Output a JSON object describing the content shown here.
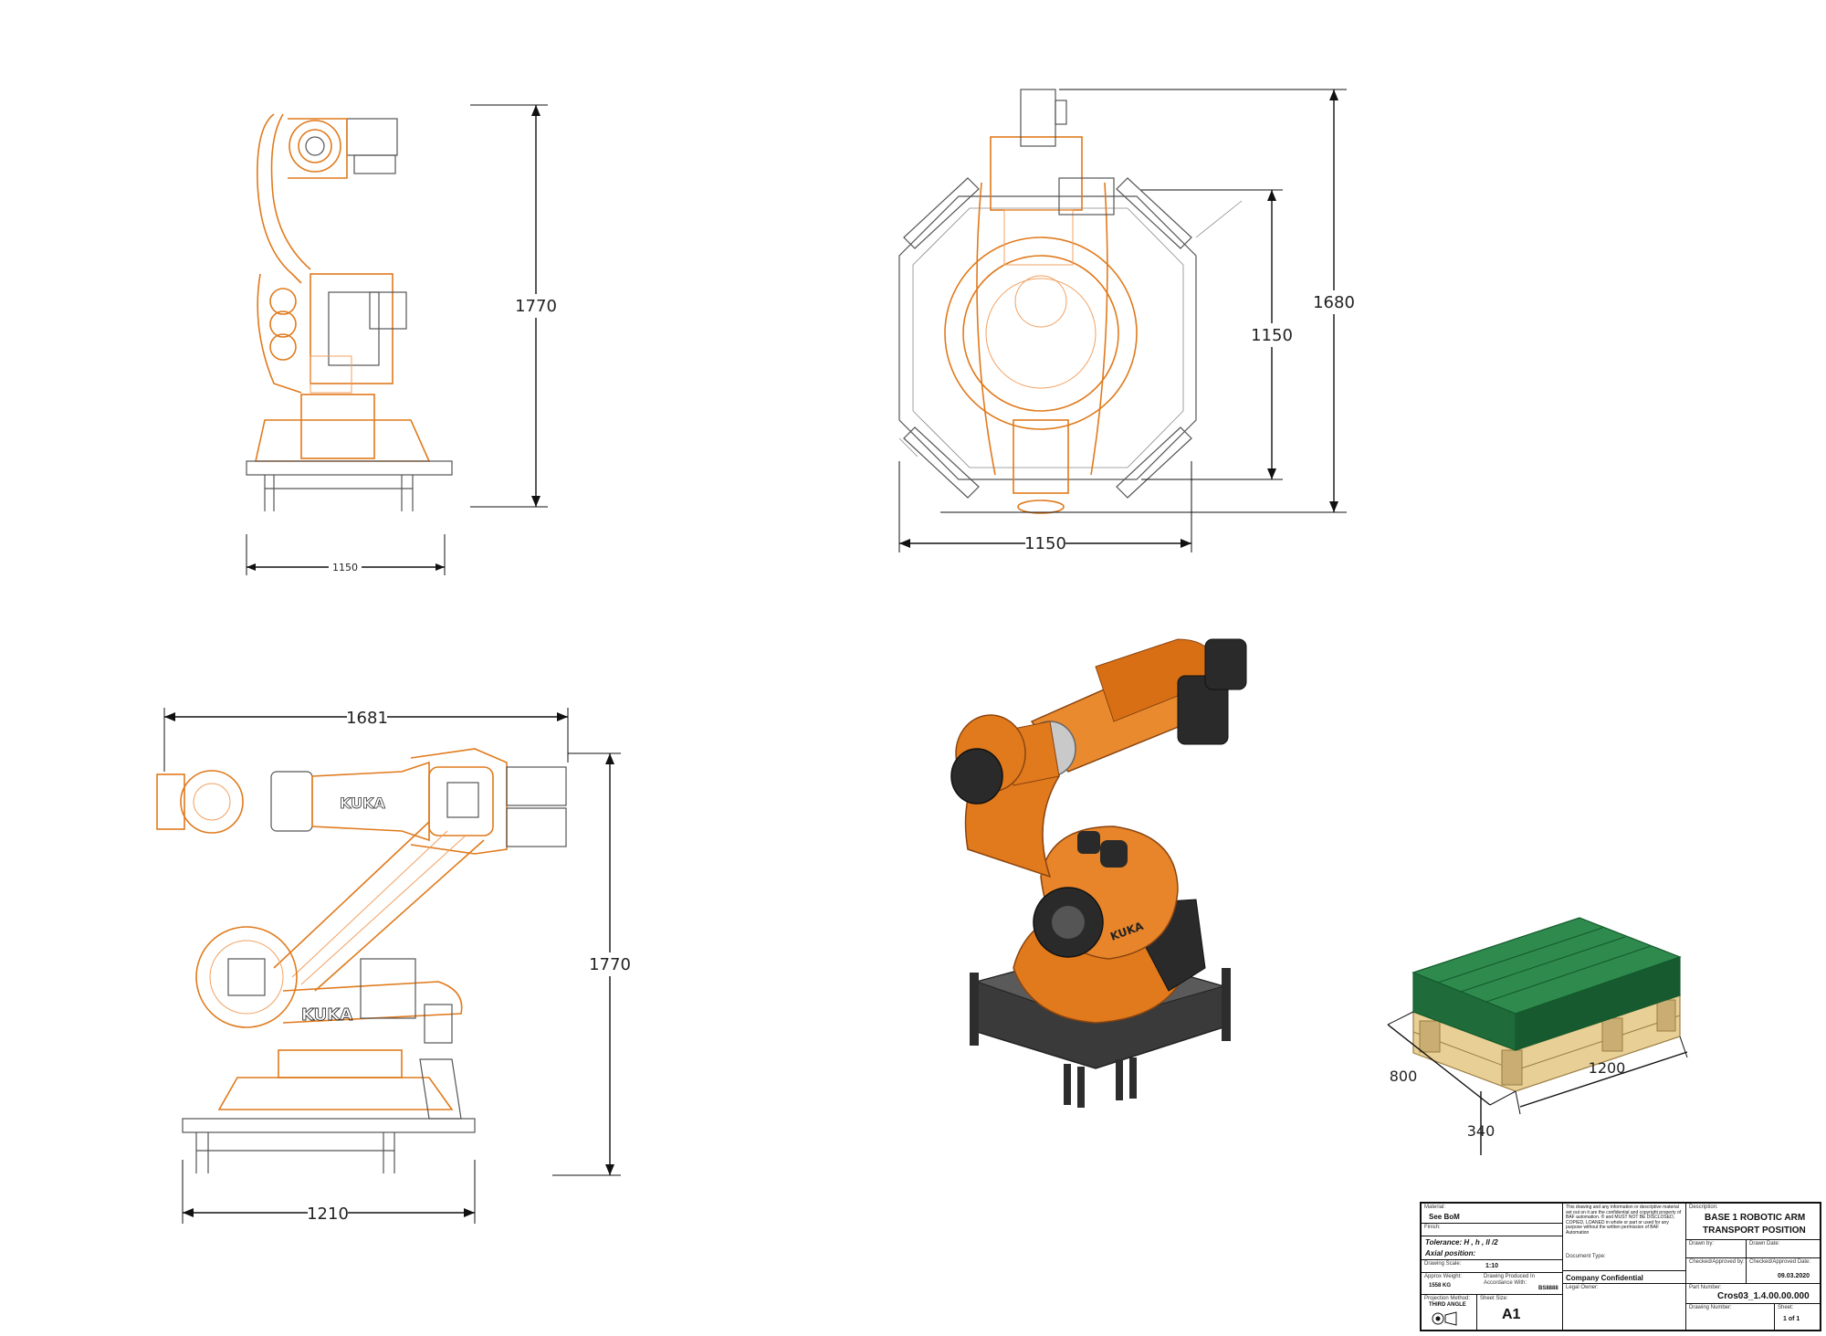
{
  "dimensions": {
    "side_view_height": "1770",
    "side_view_width": "1150",
    "top_view_total": "1680",
    "top_view_inner": "1150",
    "top_view_width": "1150",
    "front_view_reach": "1681",
    "front_view_height": "1770",
    "front_view_base": "1210"
  },
  "pallet": {
    "depth": "800",
    "length": "1200",
    "height": "340"
  },
  "branding": {
    "kuka_side": "KUKA",
    "kuka_arm": "KUKA",
    "kuka_render": "KUKA"
  },
  "title_block": {
    "material_label": "Material:",
    "material_value": "See BoM",
    "finish_label": "Finish:",
    "tolerance": "Tolerance: H , h , ll /2",
    "axial_position": "Axial position:",
    "drawing_scale_label": "Drawing Scale:",
    "drawing_scale_value": "1:10",
    "approx_weight_label": "Approx Weight:",
    "approx_weight_value": "1558 KG",
    "produced_label": "Drawing Produced In Accordance With:",
    "produced_value": "BS8888",
    "projection_label": "Projection Method:",
    "projection_value": "THIRD ANGLE",
    "sheet_size_label": "Sheet Size:",
    "sheet_size_value": "A1",
    "confidential_notice": "This drawing and any information or descriptive material set out on it are the confidential and copyright property of BAF automation. ® and MUST NOT BE DISCLOSED, COPIED, LOANED in whole or part or used for any purpose without the written permission of BAF Automation",
    "document_type_label": "Document Type:",
    "company_confidential": "Company Confidential",
    "legal_owner_label": "Legal Owner:",
    "description_label": "Description:",
    "title_line1": "BASE 1 ROBOTIC ARM",
    "title_line2": "TRANSPORT POSITION",
    "drawn_by_label": "Drawn by:",
    "drawn_date_label": "Drawn Date:",
    "checked_by_label": "Checked/Approved by:",
    "checked_date_label": "Checked/Approved Date:",
    "checked_date_value": "09.03.2020",
    "part_number_label": "Part Number:",
    "part_number_value": "Cros03_1.4.00.00.000",
    "drawing_number_label": "Drawing Number:",
    "sheet_label": "Sheet:",
    "sheet_value": "1 of 1"
  },
  "colors": {
    "robot_orange": "#e07a1c",
    "robot_light": "#f2a060",
    "pallet_green": "#1f6b3a",
    "pallet_wood": "#e8cf95"
  }
}
